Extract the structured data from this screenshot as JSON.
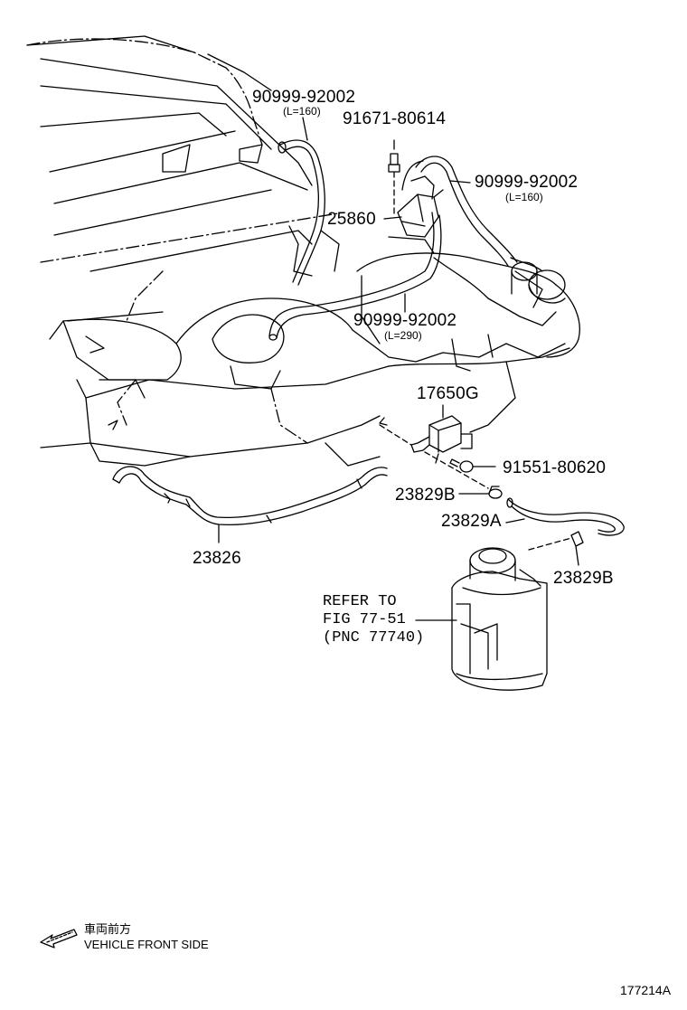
{
  "labels": {
    "hose_top_left": "90999-92002",
    "hose_top_left_len": "(L=160)",
    "bolt": "91671-80614",
    "hose_right": "90999-92002",
    "hose_right_len": "(L=160)",
    "vsv": "25860",
    "hose_mid": "90999-92002",
    "hose_mid_len": "(L=290)",
    "valve": "17650G",
    "bolt2": "91551-80620",
    "clamp_left": "23829B",
    "hose_a": "23829A",
    "clamp_right": "23829B",
    "hose_main": "23826"
  },
  "reference_note": "REFER TO\nFIG 77-51\n(PNC 77740)",
  "footer": {
    "direction_jp": "車両前方",
    "direction_en": "VEHICLE FRONT SIDE",
    "figure_number": "177214A"
  }
}
